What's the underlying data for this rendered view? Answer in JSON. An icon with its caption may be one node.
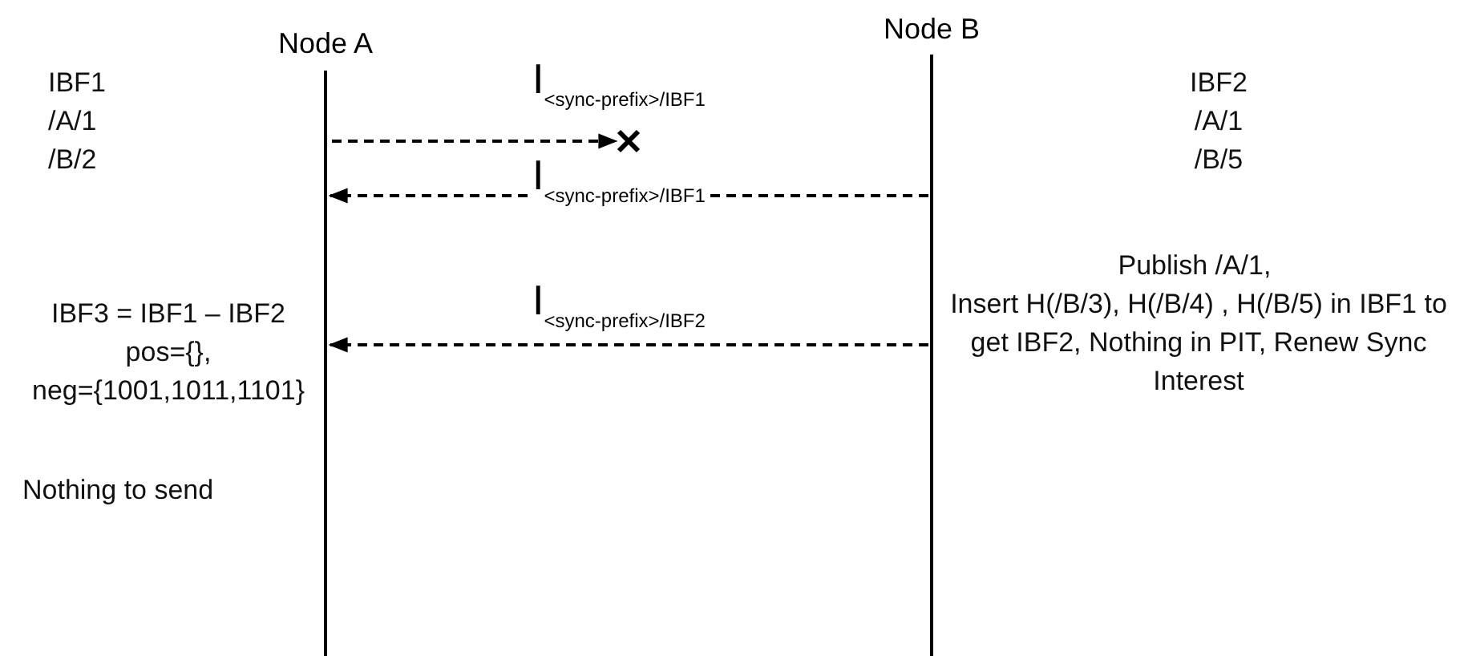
{
  "diagram": {
    "nodes": [
      {
        "text": [
          "Node A"
        ]
      },
      {
        "text": [
          "Node B"
        ]
      },
      {
        "text": [],
        "shape": "cross"
      }
    ],
    "edges": [
      {
        "from": 0,
        "to": 2,
        "arrow": "to",
        "style": "dashed",
        "label": "I$_{<sync-prefix>/IBF1}$"
      },
      {
        "from": 1,
        "to": 0,
        "arrow": "to",
        "style": "dashed",
        "label": "I$_{<sync-prefix>/IBF1}$"
      },
      {
        "from": 1,
        "to": 0,
        "arrow": "to",
        "style": "dashed",
        "label": "I$_{<sync-prefix>/IBF2}$"
      }
    ],
    "labels": [
      "IBF1",
      "/A/1",
      "/B/2",
      "IBF2",
      "/A/1",
      "/B/5",
      "IBF3 = IBF1 – IBF2",
      "pos={},",
      "neg={1001,1011,1101}",
      "Publish /A/1,",
      "Insert H(/B/3), H(/B/4) , H(/B/5) in IBF1 to get IBF2, Nothing in PIT, Renew Sync Interest",
      "Nothing to send"
    ]
  }
}
